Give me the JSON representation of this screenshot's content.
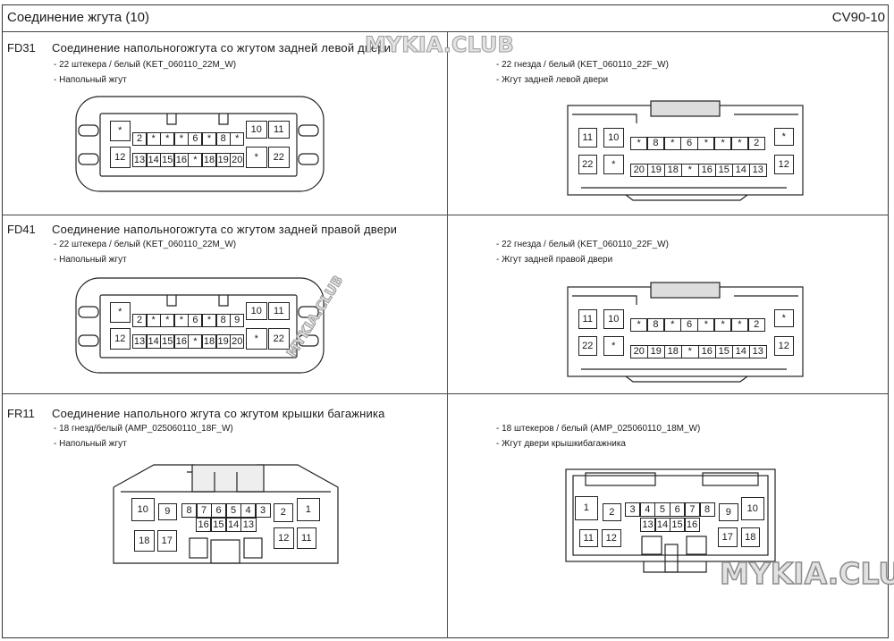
{
  "header": {
    "title": "Соединение  жгута (10)",
    "code": "CV90-10"
  },
  "sections": [
    {
      "code": "FD31",
      "title": "Соединение  напольногожгута  со жгутом задней левой двери",
      "left": {
        "spec": "- 22 штекера / белый (KET_060110_22M_W)",
        "harness": "- Напольный жгут"
      },
      "right": {
        "spec": "- 22 гнезда / белый (KET_060110_22F_W)",
        "harness": "- Жгут задней левой двери"
      }
    },
    {
      "code": "FD41",
      "title": "Соединение  напольногожгута  со жгутом задней правой двери",
      "left": {
        "spec": "- 22 штекера / белый (KET_060110_22M_W)",
        "harness": "- Напольный жгут"
      },
      "right": {
        "spec": "- 22 гнезда / белый (KET_060110_22F_W)",
        "harness": "- Жгут задней правой двери"
      }
    },
    {
      "code": "FR11",
      "title": "Соединение  напольного  жгута со жгутом крышки  багажника",
      "left": {
        "spec": "- 18 гнезд/белый (AMP_025060110_18F_W)",
        "harness": "- Напольный жгут"
      },
      "right": {
        "spec": "- 18 штекеров / белый (AMP_025060110_18M_W)",
        "harness": "- Жгут двери крышкибагажника"
      }
    }
  ],
  "connectors": {
    "fd31_male": [
      "*",
      "12",
      "2",
      "*",
      "*",
      "*",
      "6",
      "*",
      "8",
      "*",
      "13",
      "14",
      "15",
      "16",
      "*",
      "18",
      "19",
      "20",
      "10",
      "11",
      "*",
      "22"
    ],
    "fd31_female": [
      "11",
      "10",
      "*",
      "8",
      "*",
      "6",
      "*",
      "*",
      "*",
      "2",
      "20",
      "19",
      "18",
      "*",
      "16",
      "15",
      "14",
      "13",
      "22",
      "*",
      "*",
      "12"
    ],
    "fd41_male": [
      "*",
      "12",
      "2",
      "*",
      "*",
      "*",
      "6",
      "*",
      "8",
      "9",
      "13",
      "14",
      "15",
      "16",
      "*",
      "18",
      "19",
      "20",
      "10",
      "11",
      "*",
      "22"
    ],
    "fd41_female": [
      "11",
      "10",
      "*",
      "8",
      "*",
      "6",
      "*",
      "*",
      "*",
      "2",
      "20",
      "19",
      "18",
      "*",
      "16",
      "15",
      "14",
      "13",
      "22",
      "*",
      "*",
      "12"
    ],
    "fr11_female": [
      "10",
      "9",
      "8",
      "7",
      "6",
      "5",
      "4",
      "3",
      "16",
      "15",
      "14",
      "13",
      "2",
      "1",
      "18",
      "17",
      "12",
      "11"
    ],
    "fr11_male": [
      "1",
      "2",
      "3",
      "4",
      "5",
      "6",
      "7",
      "8",
      "13",
      "14",
      "15",
      "16",
      "9",
      "10",
      "11",
      "12",
      "17",
      "18"
    ]
  },
  "watermark": "MYKIA.CLUB"
}
